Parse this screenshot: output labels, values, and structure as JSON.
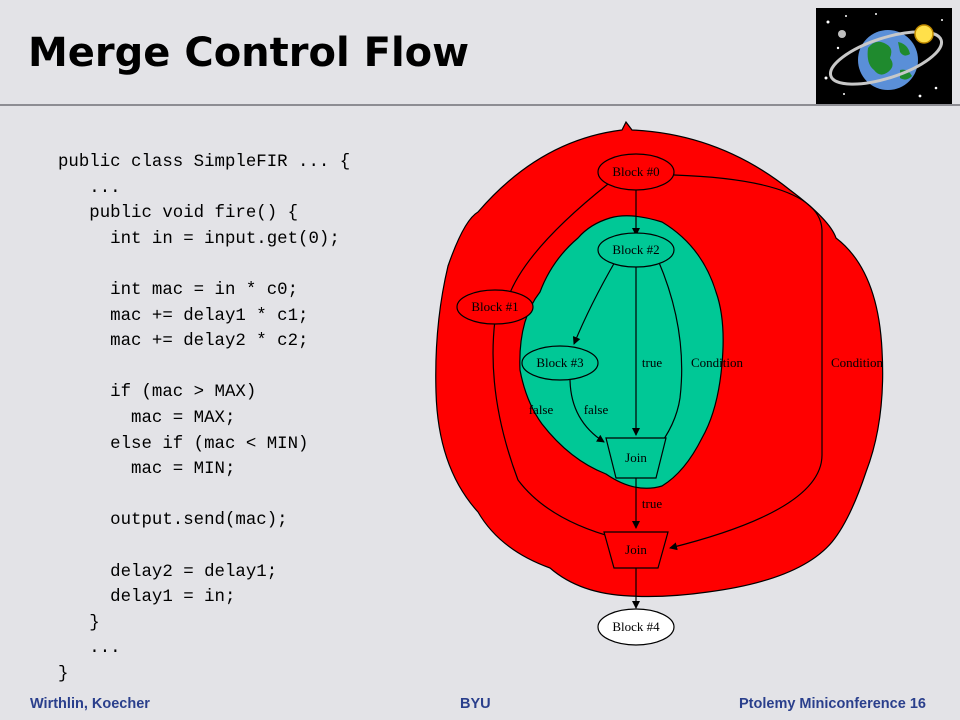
{
  "slide": {
    "title": "Merge Control Flow",
    "code_lines": [
      "public class SimpleFIR ... {",
      "   ...",
      "   public void fire() {",
      "     int in = input.get(0);",
      "",
      "     int mac = in * c0;",
      "     mac += delay1 * c1;",
      "     mac += delay2 * c2;",
      "",
      "     if (mac > MAX)",
      "       mac = MAX;",
      "     else if (mac < MIN)",
      "       mac = MIN;",
      "",
      "     output.send(mac);",
      "",
      "     delay2 = delay1;",
      "     delay1 = in;",
      "   }",
      "   ...",
      "}"
    ],
    "footer": {
      "left": "Wirthlin, Koecher",
      "center": "BYU",
      "right": "Ptolemy Miniconference  16"
    }
  },
  "diagram": {
    "nodes": {
      "block0": "Block #0",
      "block1": "Block #1",
      "block2": "Block #2",
      "block3": "Block #3",
      "block4": "Block #4",
      "join_inner": "Join",
      "join_outer": "Join"
    },
    "edge_labels": {
      "true_inner": "true",
      "false_left": "false",
      "false_mid": "false",
      "condition_inner": "Condition",
      "condition_outer": "Condition",
      "true_lower": "true"
    },
    "colors": {
      "outer_region": "#ff0000",
      "inner_region": "#00c896",
      "background": "#e3e3e7",
      "footer_text": "#2a3f8c"
    }
  },
  "logo": {
    "icon": "globe-satellite-logo"
  }
}
